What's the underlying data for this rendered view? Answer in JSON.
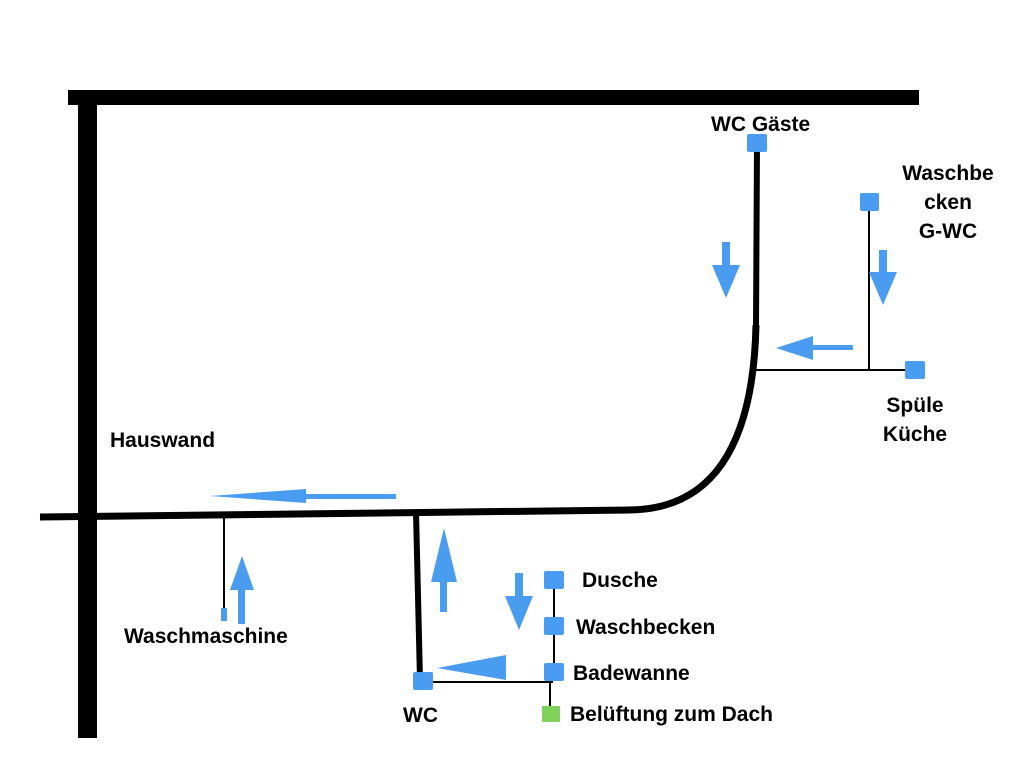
{
  "colors": {
    "pipe": "#000000",
    "node": "#4a9cf0",
    "vent_node": "#7fd15a",
    "arrow": "#4a9cf0"
  },
  "labels": {
    "wc_gaeste": "WC Gäste",
    "waschbecken_gwc_line1": "Waschbe",
    "waschbecken_gwc_line2": "cken",
    "waschbecken_gwc_line3": "G-WC",
    "spuele_line1": "Spüle",
    "spuele_line2": "Küche",
    "hauswand": "Hauswand",
    "waschmaschine": "Waschmaschine",
    "dusche": "Dusche",
    "waschbecken": "Waschbecken",
    "badewanne": "Badewanne",
    "wc": "WC",
    "belueftung": "Belüftung zum Dach"
  }
}
